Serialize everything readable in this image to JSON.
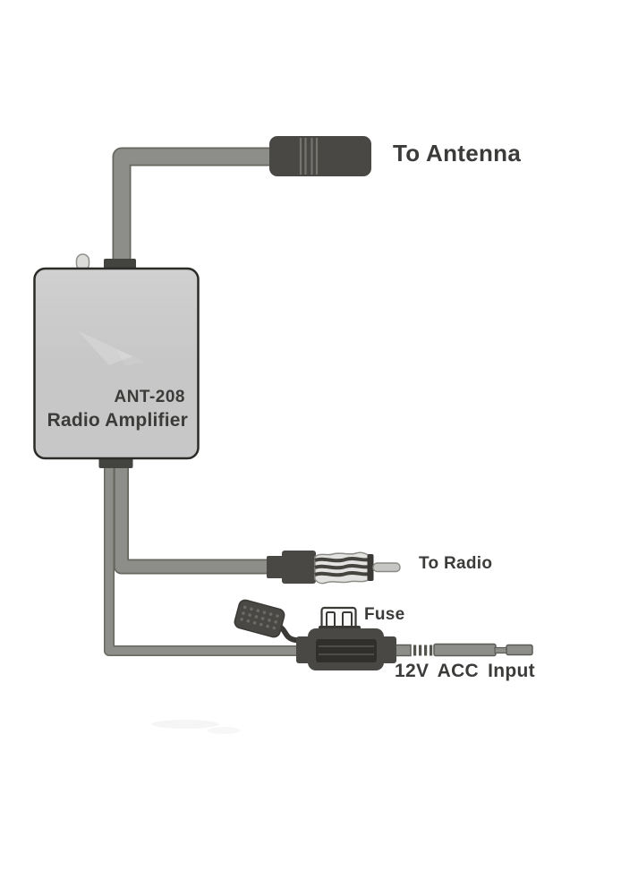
{
  "page": {
    "background": "#ffffff"
  },
  "diagram": {
    "device": {
      "model": "ANT-208",
      "name": "Radio Amplifier"
    },
    "labels": {
      "antenna": "To Antenna",
      "radio": "To Radio",
      "fuse": "Fuse",
      "power": "12V ACC Input"
    },
    "colors": {
      "cable_fill": "#8d8d8a",
      "cable_outline": "#67675f",
      "connector_dark": "#4a4845",
      "device_fill": "#c7c7c7",
      "device_border": "#2b2b28",
      "fuse_body": "#fafaf9",
      "label_text": "#3b3b39"
    },
    "icons": {
      "antenna_plug": "antenna-plug-icon",
      "radio_plug": "radio-plug-icon",
      "blade_fuse": "blade-fuse-icon",
      "fuse_holder": "fuse-holder-icon",
      "fuse_cap": "fuse-cap-icon",
      "power_lead": "power-lead-icon"
    }
  }
}
